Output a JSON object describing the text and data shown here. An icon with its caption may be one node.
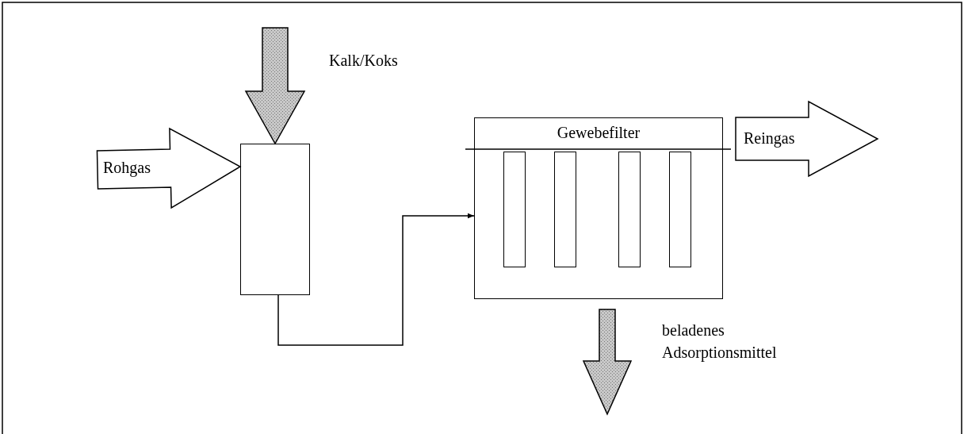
{
  "diagram": {
    "nodes": [
      {
        "text": [],
        "shape": "box"
      },
      {
        "text": [
          "Gewebefilter"
        ]
      },
      {
        "text": [],
        "shape": "box",
        "in": 1
      },
      {
        "text": [],
        "shape": "box",
        "in": 1
      },
      {
        "text": [],
        "shape": "box",
        "in": 1
      },
      {
        "text": [],
        "shape": "box",
        "in": 1
      }
    ],
    "edges": [
      {
        "from": null,
        "to": 0,
        "arrow": "to",
        "label": "Rohgas",
        "style": "thick"
      },
      {
        "from": null,
        "to": 0,
        "arrow": "to",
        "label": "Kalk/Koks",
        "style": "thick",
        "color": "#c8c8c8"
      },
      {
        "from": 0,
        "to": 1,
        "arrow": "to"
      },
      {
        "from": 1,
        "to": null,
        "arrow": "to",
        "label": "Reingas",
        "style": "thick"
      },
      {
        "from": 1,
        "to": null,
        "arrow": "to",
        "label": "beladenes Adsorptionsmittel",
        "style": "thick",
        "color": "#c8c8c8"
      }
    ]
  }
}
